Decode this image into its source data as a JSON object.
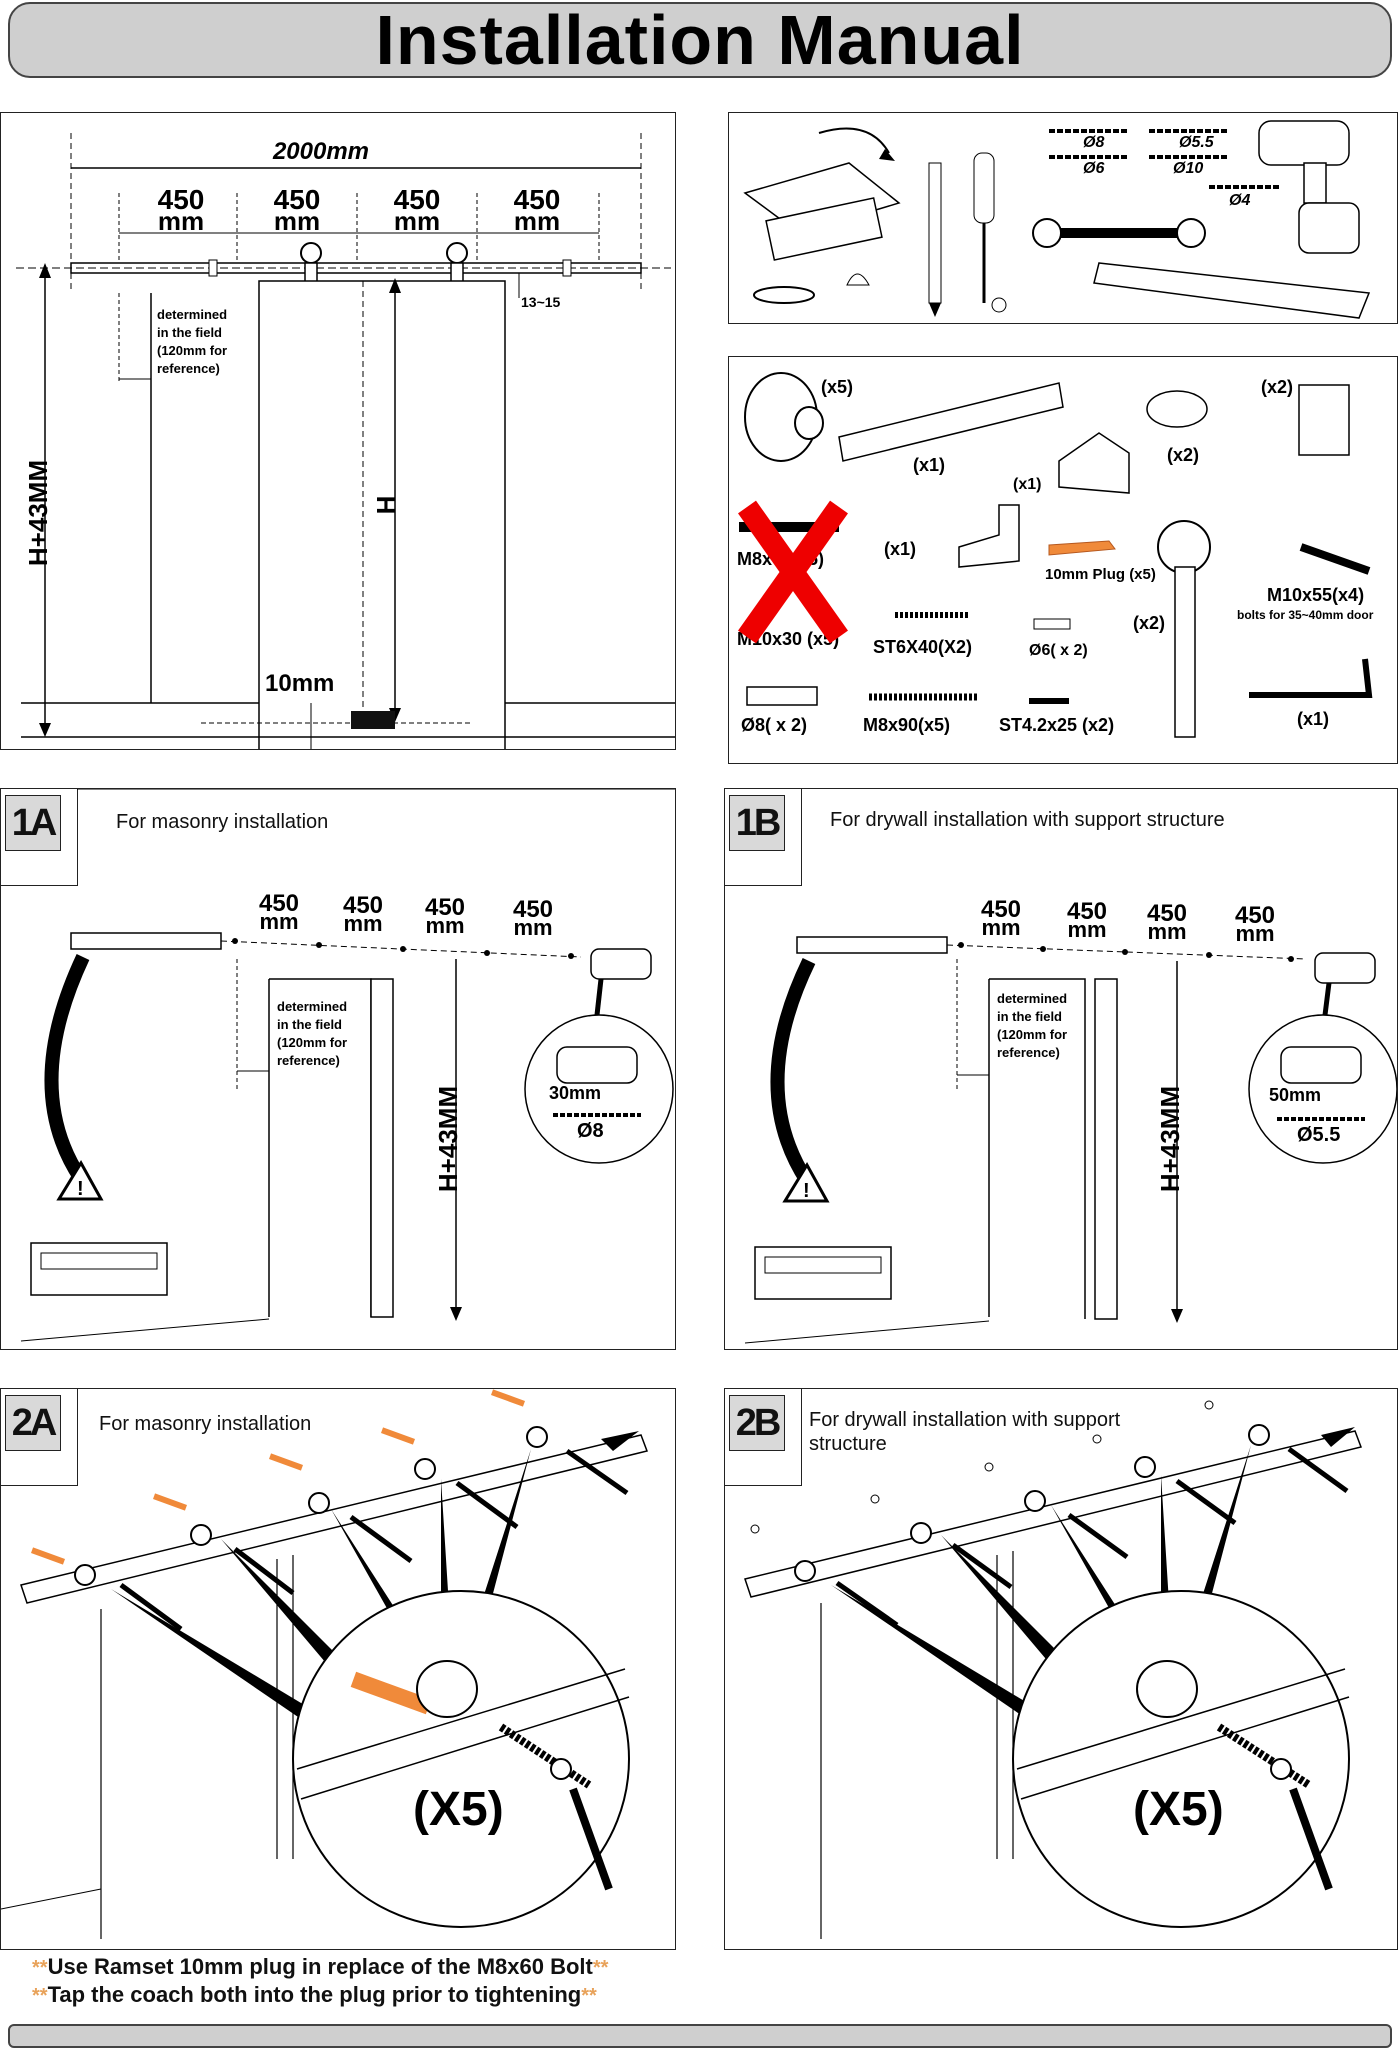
{
  "header": {
    "title": "Installation  Manual"
  },
  "overview": {
    "total_length": "2000mm",
    "spacing": [
      {
        "num": "450",
        "unit": "mm"
      },
      {
        "num": "450",
        "unit": "mm"
      },
      {
        "num": "450",
        "unit": "mm"
      },
      {
        "num": "450",
        "unit": "mm"
      }
    ],
    "gap_label": "13~15",
    "note_lines": [
      "determined",
      "in the field",
      "(120mm for",
      "reference)"
    ],
    "height_label": "H+43MM",
    "door_height_label": "H",
    "floor_gap_label": "10mm"
  },
  "parts": {
    "items": [
      {
        "label": "(x5)"
      },
      {
        "label": "(x1)"
      },
      {
        "label": "(x1)"
      },
      {
        "label": "(x2)"
      },
      {
        "label": "(x2)"
      },
      {
        "label": "M8x60(x5)"
      },
      {
        "label": "(x1)"
      },
      {
        "label": "10mm Plug (x5)"
      },
      {
        "label": "M10x55(x4)"
      },
      {
        "label": "bolts for 35~40mm door"
      },
      {
        "label": "M10x30 (x5)"
      },
      {
        "label": "ST6X40(X2)"
      },
      {
        "label": "Ø6( x 2)"
      },
      {
        "label": "(x2)"
      },
      {
        "label": "Ø8( x 2)"
      },
      {
        "label": "M8x90(x5)"
      },
      {
        "label": "ST4.2x25 (x2)"
      },
      {
        "label": "(x1)"
      }
    ],
    "drill_bits": [
      "Ø8",
      "Ø5.5",
      "Ø6",
      "Ø10",
      "Ø4"
    ]
  },
  "step1a": {
    "tab": "1A",
    "title": "For masonry installation",
    "spacing": [
      {
        "num": "450",
        "unit": "mm"
      },
      {
        "num": "450",
        "unit": "mm"
      },
      {
        "num": "450",
        "unit": "mm"
      },
      {
        "num": "450",
        "unit": "mm"
      }
    ],
    "note_lines": [
      "determined",
      "in the field",
      "(120mm for",
      "reference)"
    ],
    "height_label": "H+43MM",
    "drill_depth": "30mm",
    "drill_bit": "Ø8"
  },
  "step1b": {
    "tab": "1B",
    "title": "For drywall installation with  support structure",
    "spacing": [
      {
        "num": "450",
        "unit": "mm"
      },
      {
        "num": "450",
        "unit": "mm"
      },
      {
        "num": "450",
        "unit": "mm"
      },
      {
        "num": "450",
        "unit": "mm"
      }
    ],
    "note_lines": [
      "determined",
      "in the field",
      "(120mm for",
      "reference)"
    ],
    "height_label": "H+43MM",
    "drill_depth": "50mm",
    "drill_bit": "Ø5.5"
  },
  "step2a": {
    "tab": "2A",
    "title": "For masonry installation",
    "count": "(X5)"
  },
  "step2b": {
    "tab": "2B",
    "title_lines": [
      "For drywall installation with  support",
      "structure"
    ],
    "count": "(X5)"
  },
  "footnotes": {
    "line1": "Use Ramset 10mm plug in replace of the M8x60 Bolt",
    "line2": "Tap the coach both into the plug prior to tightening",
    "star": "**"
  }
}
